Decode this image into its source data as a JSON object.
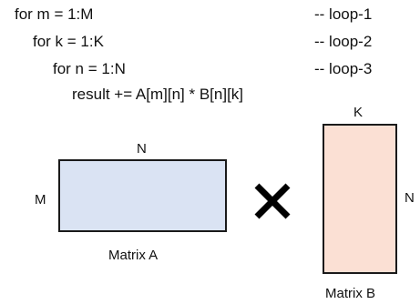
{
  "code": {
    "lines": [
      "for m = 1:M",
      "for k = 1:K",
      "for n = 1:N",
      "result += A[m][n] * B[n][k]"
    ],
    "loop_labels": [
      "-- loop-1",
      "-- loop-2",
      "-- loop-3"
    ]
  },
  "matrix_a": {
    "caption": "Matrix A",
    "top_label": "N",
    "left_label": "M",
    "fill_color": "#dae3f3"
  },
  "matrix_b": {
    "caption": "Matrix B",
    "top_label": "K",
    "right_label": "N",
    "fill_color": "#fbe0d4"
  },
  "operator": {
    "icon": "multiply-icon"
  }
}
